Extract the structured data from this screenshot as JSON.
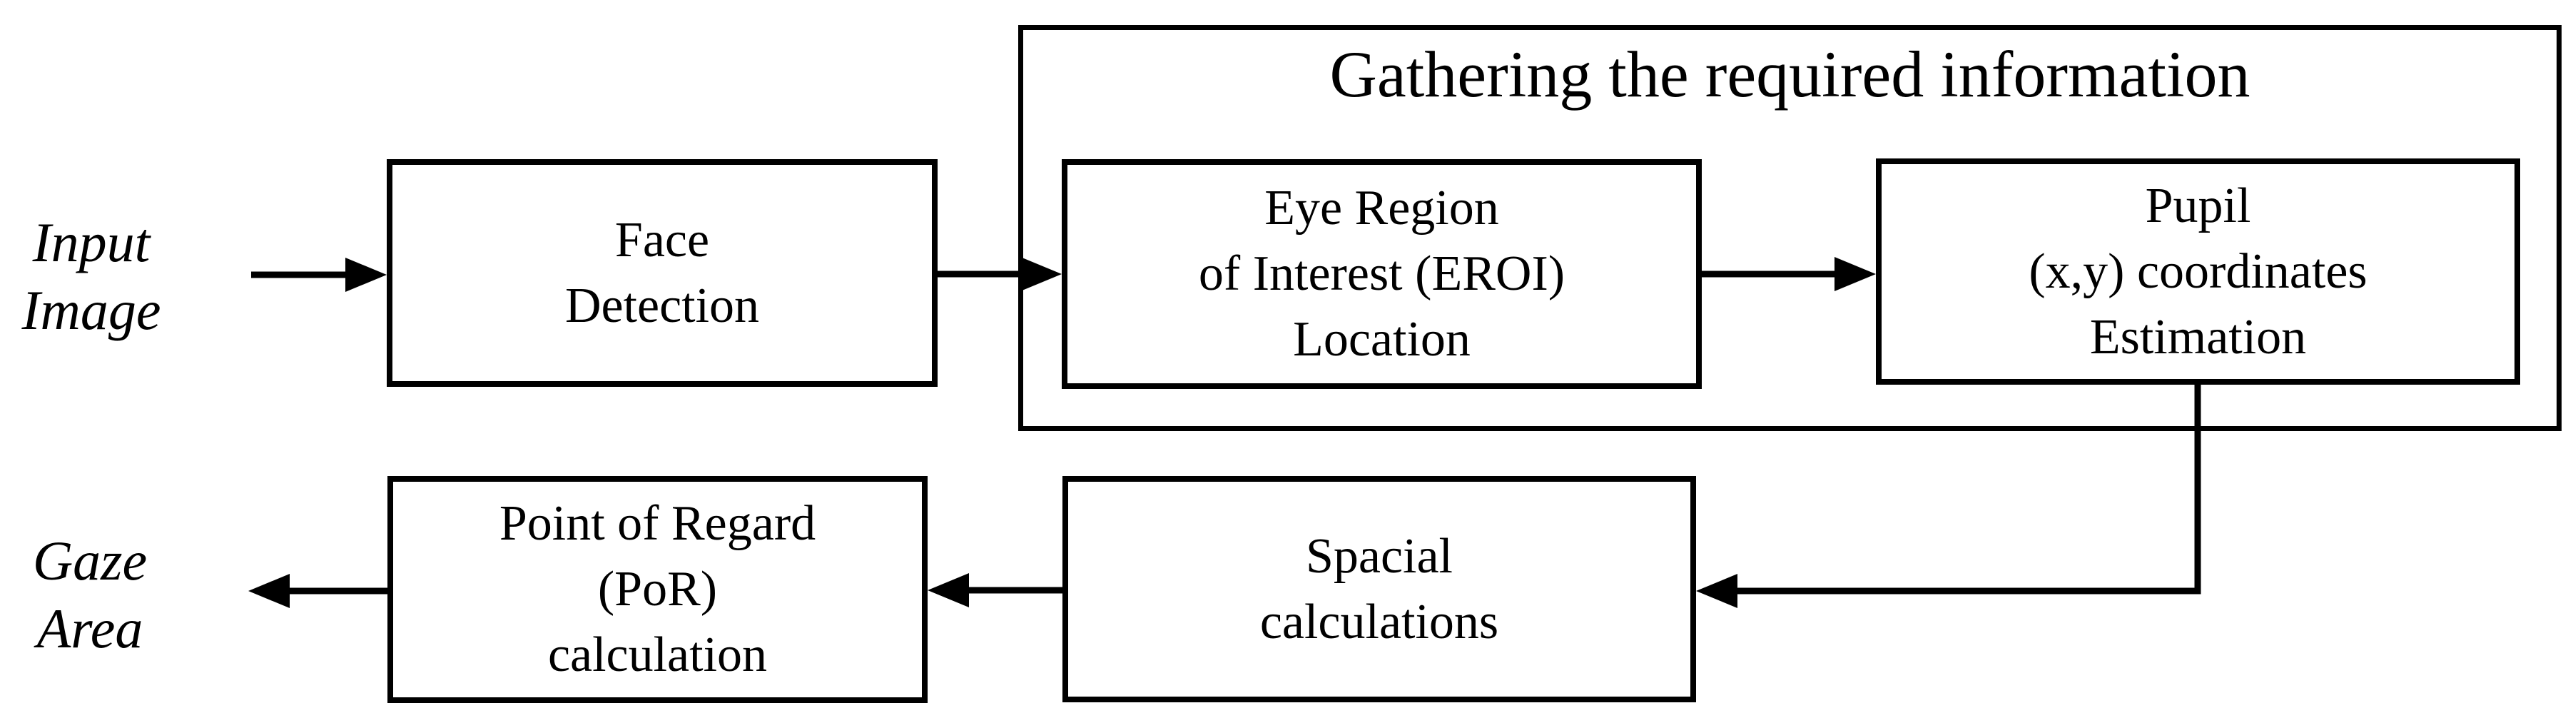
{
  "diagram": {
    "group": {
      "title": "Gathering the required information"
    },
    "labels": {
      "input": {
        "line1": "Input",
        "line2": "Image"
      },
      "gaze": {
        "line1": "Gaze",
        "line2": "Area"
      }
    },
    "boxes": {
      "face": {
        "lines": [
          "Face",
          "Detection"
        ]
      },
      "eroi": {
        "lines": [
          "Eye Region",
          "of Interest (EROI)",
          "Location"
        ]
      },
      "pupil": {
        "lines": [
          "Pupil",
          "(x,y) coordinates",
          "Estimation"
        ]
      },
      "spacial": {
        "lines": [
          "Spacial",
          "calculations"
        ]
      },
      "por": {
        "lines": [
          "Point of Regard",
          "(PoR)",
          "calculation"
        ]
      }
    },
    "colors": {
      "stroke": "#000000",
      "background": "#ffffff"
    }
  }
}
